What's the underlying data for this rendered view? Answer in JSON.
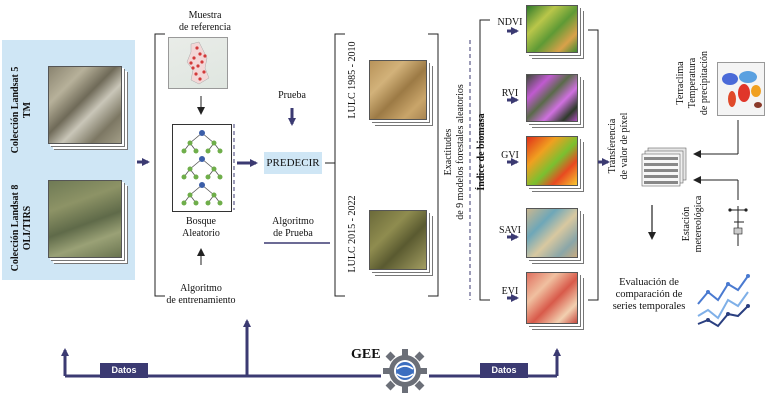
{
  "inputs": {
    "landsat5_line1": "Colección Landsat 5",
    "landsat5_line2": "TM",
    "landsat8_line1": "Colección Landsat 8",
    "landsat8_line2": "OLI/TIRS"
  },
  "training": {
    "reference_line1": "Muestra",
    "reference_line2": "de referencia",
    "forest_line1": "Bosque",
    "forest_line2": "Aleatorio",
    "algo_line1": "Algoritmo",
    "algo_line2": "de entrenamiento"
  },
  "predict": {
    "test_label": "Prueba",
    "predict_label": "PREDECIR",
    "test_algo_line1": "Algoritmo",
    "test_algo_line2": "de Prueba"
  },
  "lulc": {
    "period1": "LULC 1985 - 2010",
    "period2": "LULC 2015 - 2022"
  },
  "accuracy": {
    "line1": "Exactitudes",
    "line2": "de 9 modelos forestales aleatorios"
  },
  "biomass_index_label": "Índice de biomasa",
  "indices": [
    "NDVI",
    "RVI",
    "GVI",
    "SAVI",
    "EVI"
  ],
  "pixel_transfer": {
    "line1": "Transferencia",
    "line2": "de valor de píxel"
  },
  "terraclimate": {
    "line1": "Terraclima",
    "line2": "Temperatura",
    "line3": "de precipitación"
  },
  "station": {
    "line1": "Estación",
    "line2": "metereológica"
  },
  "evaluation": {
    "line1": "Evaluación de",
    "line2": "comparación de",
    "line3": "series temporales"
  },
  "bottom": {
    "datos_left": "Datos",
    "datos_right": "Datos",
    "gee_label": "GEE"
  },
  "colors": {
    "arrow": "#3b3a72",
    "panel": "#cfe6f5",
    "tree_node": "#6fae4a",
    "tree_root": "#3b5ea8"
  },
  "icons": [
    "decision-tree-icon",
    "gear-icon",
    "weather-station-icon",
    "line-chart-icon",
    "data-table-icon",
    "world-map-icon"
  ]
}
